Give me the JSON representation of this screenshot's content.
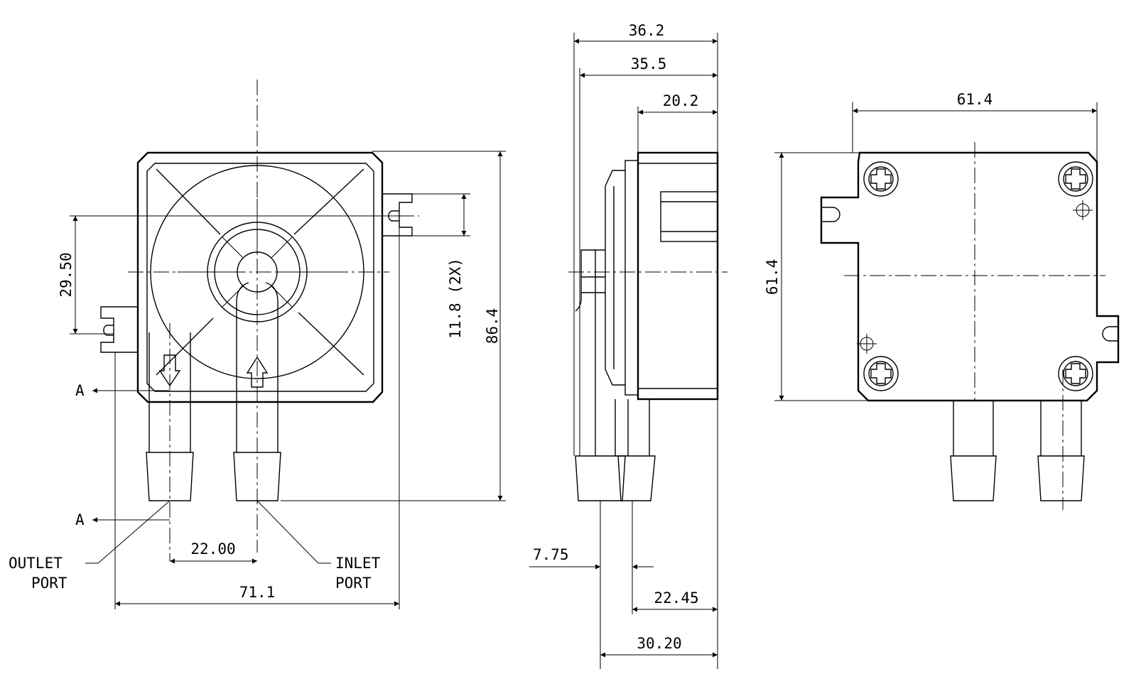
{
  "dims": {
    "front_height": "86.4",
    "front_offset": "29.50",
    "front_tab": "11.8 (2X)",
    "front_port_spacing": "22.00",
    "front_width": "71.1",
    "side_overall": "36.2",
    "side_body": "35.5",
    "side_housing": "20.2",
    "side_port_offset": "7.75",
    "side_port_dist": "22.45",
    "side_depth": "30.20",
    "back_width": "61.4",
    "back_height": "61.4"
  },
  "labels": {
    "section_a": "A",
    "outlet_1": "OUTLET",
    "outlet_2": "PORT",
    "inlet_1": "INLET",
    "inlet_2": "PORT"
  }
}
